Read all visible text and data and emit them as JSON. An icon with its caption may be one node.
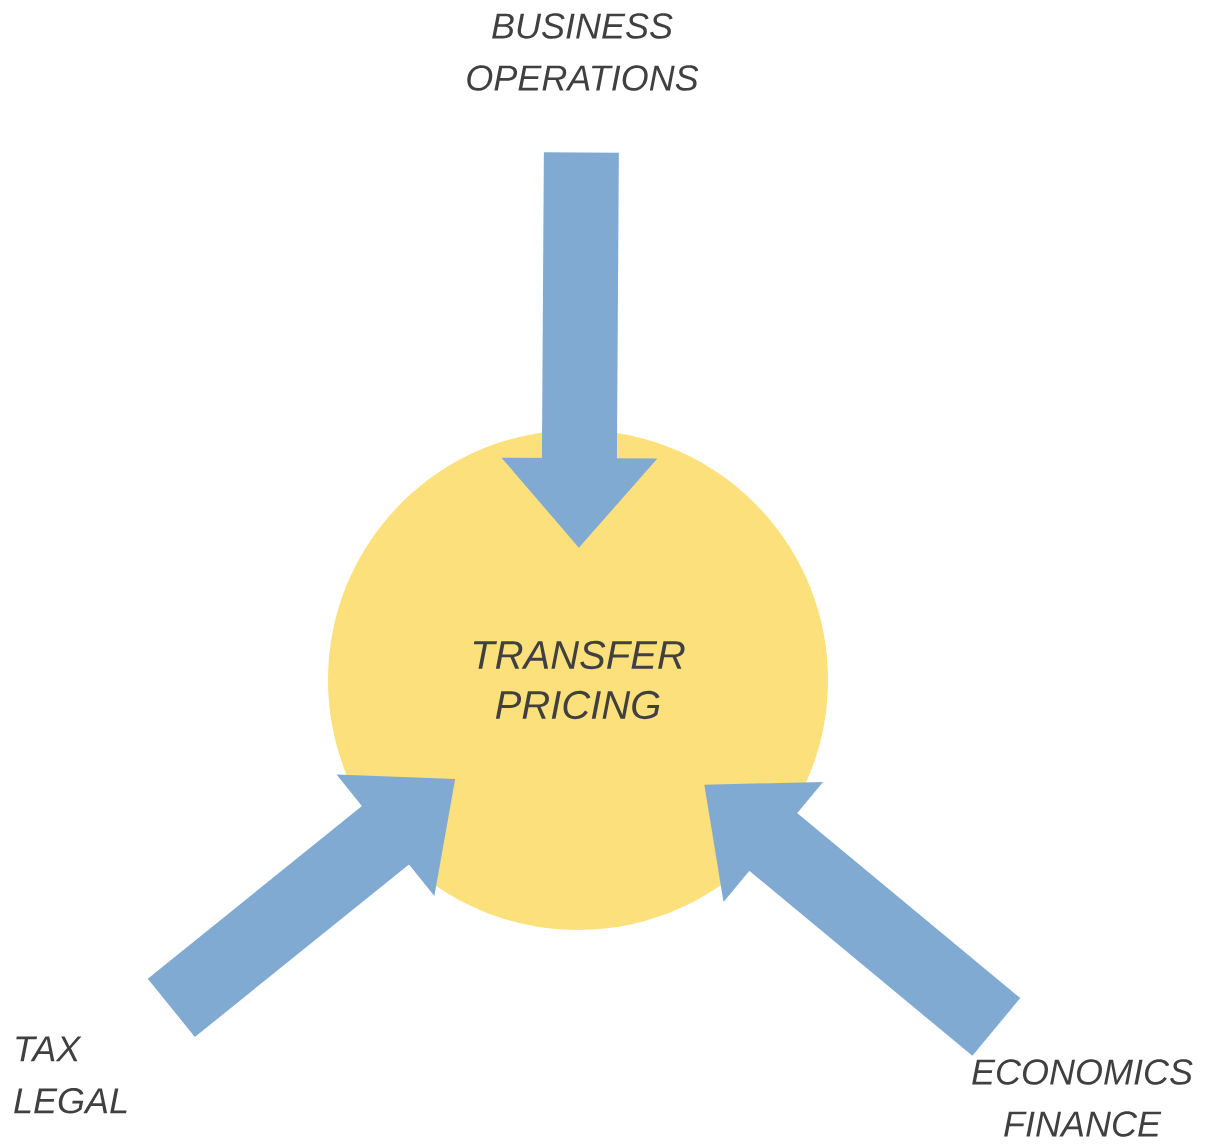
{
  "diagram": {
    "nodes": [
      {
        "text": [
          "TRANSFER PRICING"
        ]
      },
      {
        "text": [
          "BUSINESS OPERATIONS"
        ]
      },
      {
        "text": [
          "TAX LEGAL"
        ]
      },
      {
        "text": [
          "ECONOMICS FINANCE"
        ]
      }
    ],
    "edges": [
      {
        "from": 1,
        "to": 0,
        "arrow": "to"
      },
      {
        "from": 2,
        "to": 0,
        "arrow": "to"
      },
      {
        "from": 3,
        "to": 0,
        "arrow": "to"
      }
    ]
  }
}
